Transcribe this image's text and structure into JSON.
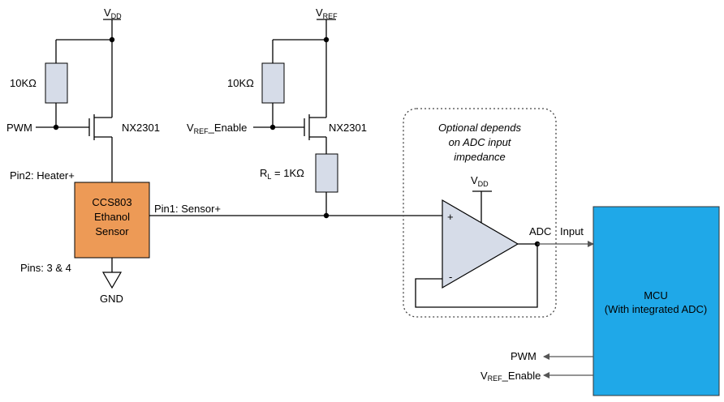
{
  "vdd_top": {
    "main": "V",
    "sub": "DD"
  },
  "vref_top": {
    "main": "V",
    "sub": "REF"
  },
  "vdd_amp": {
    "main": "V",
    "sub": "DD"
  },
  "r1_label": "10KΩ",
  "r2_label": "10KΩ",
  "rl_label": {
    "main": "R",
    "sub": "L",
    "rest": " = 1KΩ"
  },
  "q1_label": "NX2301",
  "q2_label": "NX2301",
  "pwm_in": "PWM",
  "vref_enable_in": {
    "main": "V",
    "sub": "REF",
    "rest": "_Enable"
  },
  "pin2_label": "Pin2: Heater+",
  "pin1_label": "Pin1: Sensor+",
  "pins34_label": "Pins: 3 & 4",
  "gnd_label": "GND",
  "sensor": {
    "line1": "CCS803",
    "line2": "Ethanol",
    "line3": "Sensor",
    "color": "#ed9a56"
  },
  "optional_note": {
    "line1": "Optional depends",
    "line2": "on ADC input",
    "line3": "impedance"
  },
  "opamp": {
    "plus": "+",
    "minus": "-",
    "color": "#d6dce8"
  },
  "adc_label": "ADC",
  "input_label": "Input",
  "mcu": {
    "line1": "MCU",
    "line2": "(With integrated ADC)",
    "color": "#1fa8e8"
  },
  "pwm_out": "PWM",
  "vref_enable_out": {
    "main": "V",
    "sub": "REF",
    "rest": "_Enable"
  },
  "resistor_color": "#d6dce8"
}
